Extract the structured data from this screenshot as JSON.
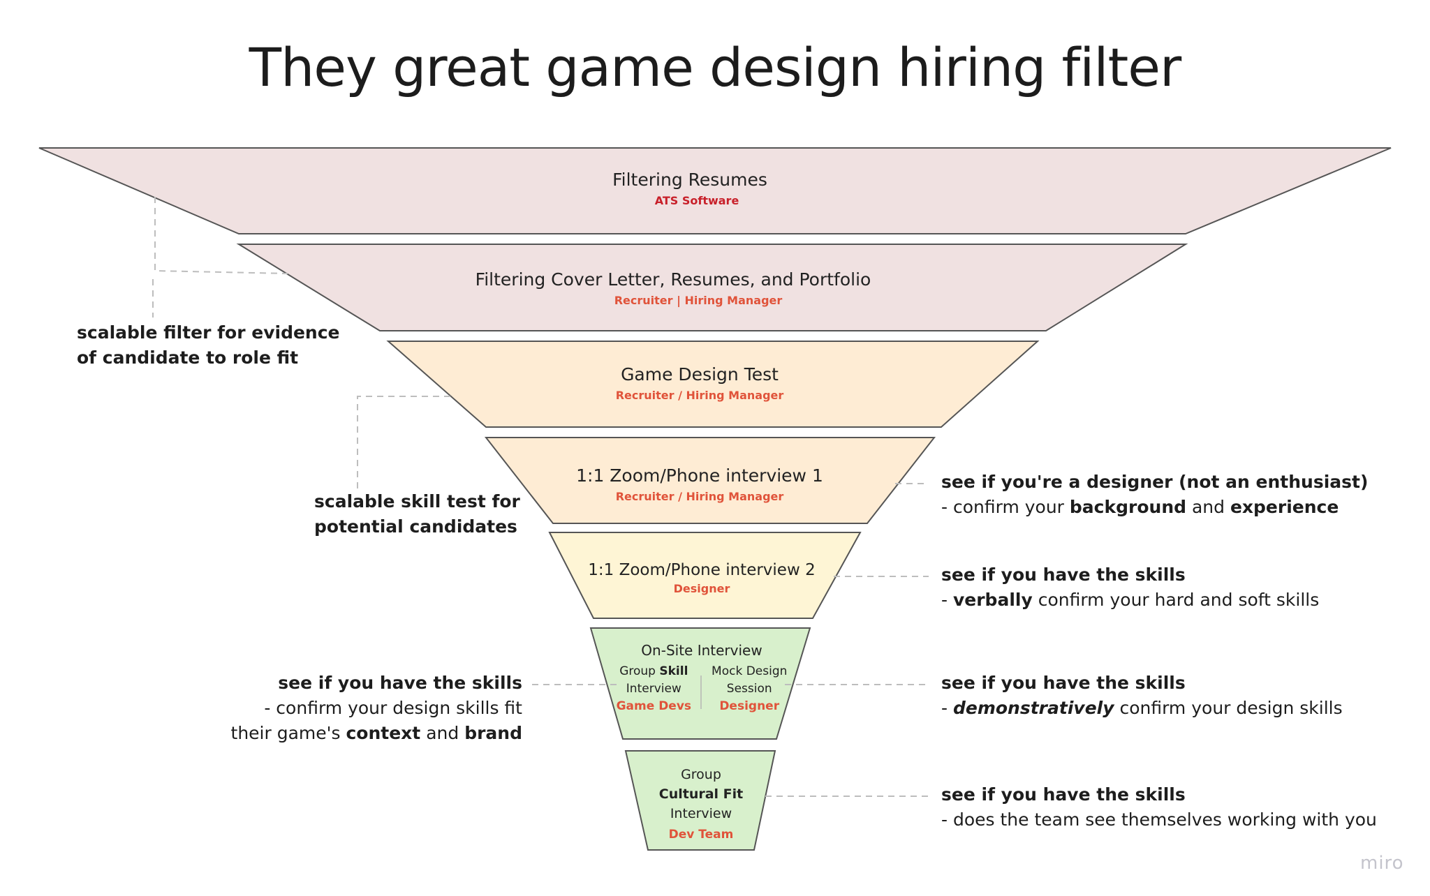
{
  "title": "They great game design hiring filter",
  "colors": {
    "stage_pink": "#f0e1e1",
    "stage_peach": "#feecd4",
    "stage_yellow": "#fef5d5",
    "stage_green": "#d8f0cc",
    "outline": "#555555",
    "role_red_dark": "#c8202a",
    "role_red": "#e0533a",
    "connector": "#bdbdbd",
    "watermark": "#c4c4cc"
  },
  "stages": [
    {
      "title": "Filtering Resumes",
      "role": "ATS Software"
    },
    {
      "title": "Filtering Cover Letter, Resumes, and Portfolio",
      "role": "Recruiter | Hiring Manager"
    },
    {
      "title": "Game Design Test",
      "role": "Recruiter / Hiring Manager"
    },
    {
      "title": "1:1 Zoom/Phone interview 1",
      "role": "Recruiter / Hiring Manager"
    },
    {
      "title": "1:1 Zoom/Phone interview 2",
      "role": "Designer"
    },
    {
      "title": "On-Site Interview",
      "sub": [
        {
          "line1_pre": "Group ",
          "line1_bold": "Skill",
          "line2": "Interview",
          "role": "Game Devs"
        },
        {
          "line1_pre": "Mock Design",
          "line1_bold": "",
          "line2": "Session",
          "role": "Designer"
        }
      ]
    },
    {
      "line1": "Group",
      "line2_bold": "Cultural Fit",
      "line3": "Interview",
      "role": "Dev Team"
    }
  ],
  "notes": {
    "left_1": {
      "line1": "scalable filter for evidence",
      "line2": "of candidate to role fit"
    },
    "left_2": {
      "line1": "scalable skill test for",
      "line2": "potential candidates"
    },
    "right_1": {
      "head": "see if you're a designer (not an enthusiast)",
      "p1": "- confirm your ",
      "b1": "background",
      "p2": " and ",
      "b2": "experience"
    },
    "right_2": {
      "head": "see if you have the skills",
      "p0": "- ",
      "b1": "verbally",
      "p1": " confirm your hard and soft skills"
    },
    "left_3": {
      "head": "see if you have the skills",
      "line2": "- confirm your design skills fit",
      "p1": "their game's ",
      "b1": "context",
      "p2": " and ",
      "b2": "brand"
    },
    "right_3": {
      "head": "see if you have the skills",
      "p0": "- ",
      "bi": "demonstratively",
      "p1": " confirm your design skills"
    },
    "right_4": {
      "head": "see if you have the skills",
      "line2": "- does the team see themselves working with you"
    }
  },
  "watermark": "miro"
}
